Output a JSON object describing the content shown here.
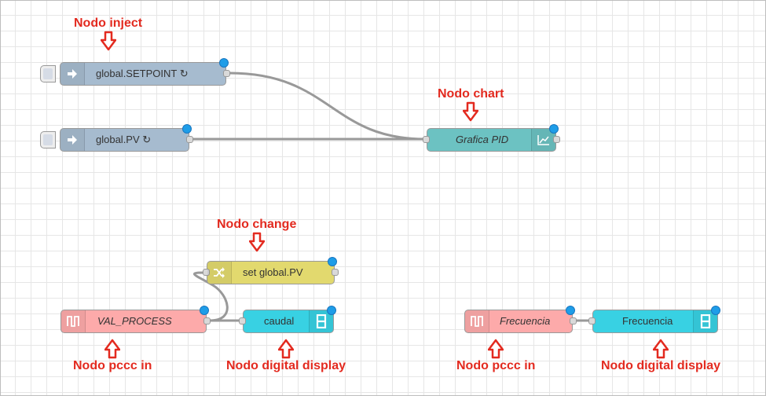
{
  "colors": {
    "inject": "#a6bbcf",
    "chart": "#6cc2c2",
    "change": "#e2d96e",
    "pccc": "#fdaaaa",
    "display": "#38d1e3",
    "status": "#1e9de8",
    "annotation": "#e32a1f"
  },
  "nodes": {
    "inject_setpoint": {
      "label": "global.SETPOINT ↻",
      "icon": "arrow-in-icon"
    },
    "inject_pv": {
      "label": "global.PV ↻",
      "icon": "arrow-in-icon"
    },
    "chart": {
      "label": "Grafica PID",
      "icon": "chart-icon"
    },
    "change": {
      "label": "set global.PV",
      "icon": "shuffle-icon"
    },
    "pccc_val": {
      "label": "VAL_PROCESS",
      "icon": "pulse-icon"
    },
    "display_caudal": {
      "label": "caudal",
      "icon": "digit-eight-icon"
    },
    "pccc_frec": {
      "label": "Frecuencia",
      "icon": "pulse-icon"
    },
    "display_frec": {
      "label": "Frecuencia",
      "icon": "digit-eight-icon"
    }
  },
  "annotations": {
    "inject": "Nodo inject",
    "chart": "Nodo chart",
    "change": "Nodo change",
    "pccc_1": "Nodo pccc in",
    "display_1": "Nodo digital display",
    "pccc_2": "Nodo pccc in",
    "display_2": "Nodo digital display"
  }
}
